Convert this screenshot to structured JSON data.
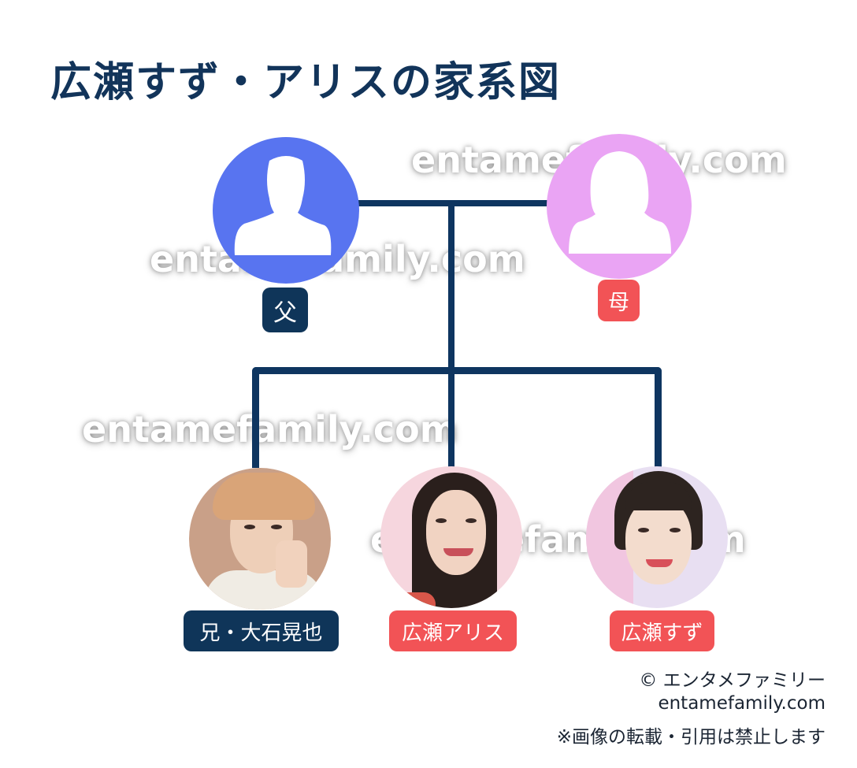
{
  "title": "広瀬すず・アリスの家系図",
  "watermark_text": "entamefamily.com",
  "colors": {
    "title": "#12345a",
    "line": "#0e3560",
    "father_circle": "#5874f0",
    "mother_circle": "#eaa4f4",
    "label_navy": "#0f3559",
    "label_red": "#f25356"
  },
  "parents": [
    {
      "role": "father",
      "label": "父",
      "icon": "male-silhouette-icon"
    },
    {
      "role": "mother",
      "label": "母",
      "icon": "female-silhouette-icon"
    }
  ],
  "children": [
    {
      "role": "brother",
      "label": "兄・大石晃也"
    },
    {
      "role": "sister",
      "label": "広瀬アリス"
    },
    {
      "role": "self",
      "label": "広瀬すず"
    }
  ],
  "credit": {
    "copyright": "© エンタメファミリー",
    "site": "entamefamily.com",
    "notice": "※画像の転載・引用は禁止します"
  }
}
